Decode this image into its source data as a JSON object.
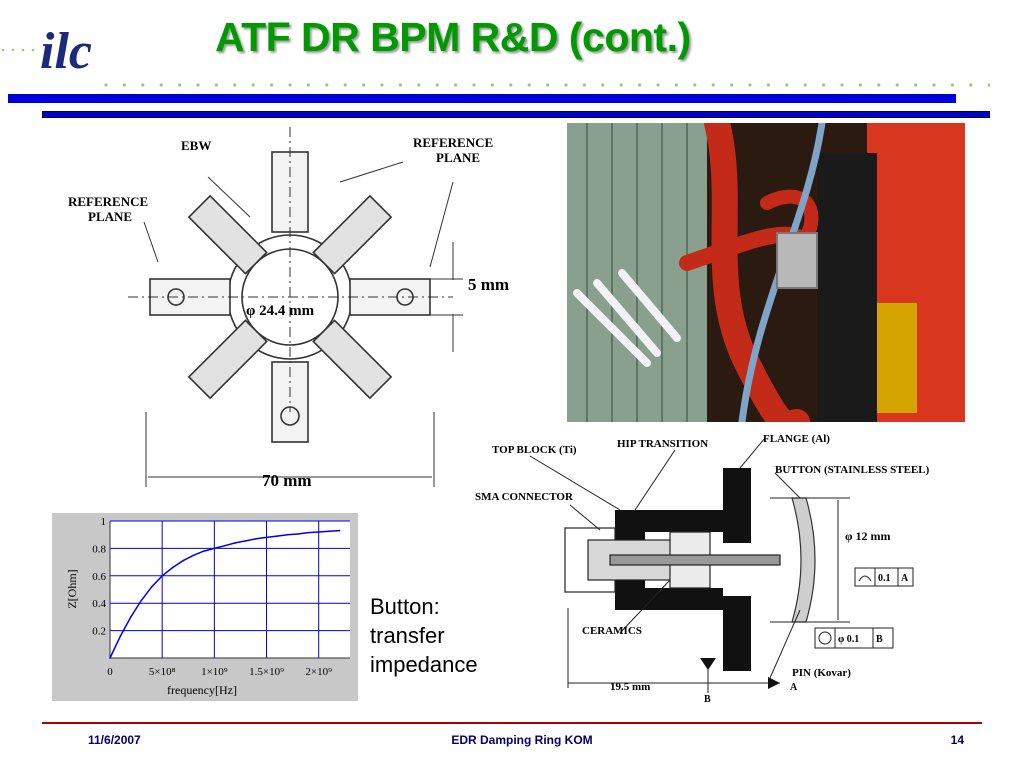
{
  "slide": {
    "title": "ATF DR BPM R&D (cont.)",
    "logo_text": "ilc"
  },
  "diagram_top": {
    "labels": {
      "ebw": "EBW",
      "reference_plane": "REFERENCE",
      "plane": "PLANE",
      "diameter": "φ 24.4 mm",
      "gap": "5 mm",
      "width": "70 mm"
    }
  },
  "diagram_button": {
    "labels": {
      "top_block": "TOP BLOCK (Ti)",
      "hip_transition": "HIP TRANSITION",
      "flange": "FLANGE (Al)",
      "button": "BUTTON (STAINLESS STEEL)",
      "sma_connector": "SMA CONNECTOR",
      "diameter": "φ 12 mm",
      "tol_profile": "0.1",
      "datum_a": "A",
      "tol_position": "φ 0.1",
      "datum_b": "B",
      "ceramics": "CERAMICS",
      "pin": "PIN (Kovar)",
      "length": "19.5 mm",
      "datum_b_mark": "B",
      "datum_a_mark": "A"
    }
  },
  "caption": {
    "line1": "Button:",
    "line2": "transfer",
    "line3": "impedance"
  },
  "footer": {
    "date": "11/6/2007",
    "center": "EDR Damping Ring KOM",
    "page": "14"
  },
  "colors": {
    "title": "#009900",
    "rule": "#0000dd",
    "footer_rule": "#aa0000",
    "footer_text": "#000066",
    "plot_bg": "#c8c8c8",
    "plot_curve": "#0000ee"
  },
  "chart_data": {
    "type": "line",
    "title": "",
    "xlabel": "frequency[Hz]",
    "ylabel": "Z[Ohm]",
    "xlim": [
      0,
      2300000000
    ],
    "ylim": [
      0,
      1
    ],
    "x_ticks": [
      {
        "value": 0,
        "label": "0"
      },
      {
        "value": 500000000,
        "label": "5×10⁸"
      },
      {
        "value": 1000000000,
        "label": "1×10⁹"
      },
      {
        "value": 1500000000,
        "label": "1.5×10⁹"
      },
      {
        "value": 2000000000,
        "label": "2×10⁹"
      }
    ],
    "y_ticks": [
      {
        "value": 0.2,
        "label": "0.2"
      },
      {
        "value": 0.4,
        "label": "0.4"
      },
      {
        "value": 0.6,
        "label": "0.6"
      },
      {
        "value": 0.8,
        "label": "0.8"
      },
      {
        "value": 1,
        "label": "1"
      }
    ],
    "grid": true,
    "series": [
      {
        "color": "#0000ee",
        "x": [
          0,
          100000000,
          200000000,
          300000000,
          400000000,
          500000000,
          600000000,
          700000000,
          800000000,
          900000000,
          1000000000,
          1100000000,
          1200000000,
          1300000000,
          1400000000,
          1500000000,
          1600000000,
          1700000000,
          1800000000,
          1900000000,
          2000000000,
          2100000000,
          2200000000
        ],
        "y": [
          0.0,
          0.16,
          0.3,
          0.42,
          0.52,
          0.6,
          0.66,
          0.71,
          0.75,
          0.78,
          0.8,
          0.82,
          0.84,
          0.855,
          0.87,
          0.88,
          0.89,
          0.9,
          0.905,
          0.915,
          0.92,
          0.925,
          0.93
        ]
      }
    ]
  }
}
